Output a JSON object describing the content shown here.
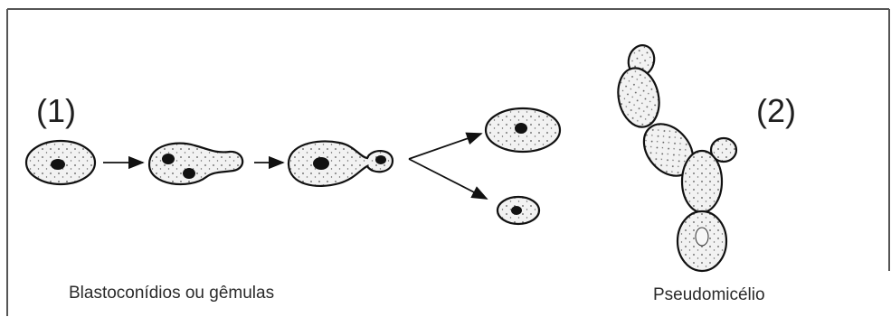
{
  "labels": {
    "stage_1": "(1)",
    "stage_2": "(2)",
    "caption_1": "Blastoconídios  ou gêmulas",
    "caption_2": "Pseudomicélio"
  },
  "colors": {
    "border": "#555555",
    "cell_fill": "#f2f2f2",
    "outline": "#111111",
    "nucleus": "#111111"
  }
}
